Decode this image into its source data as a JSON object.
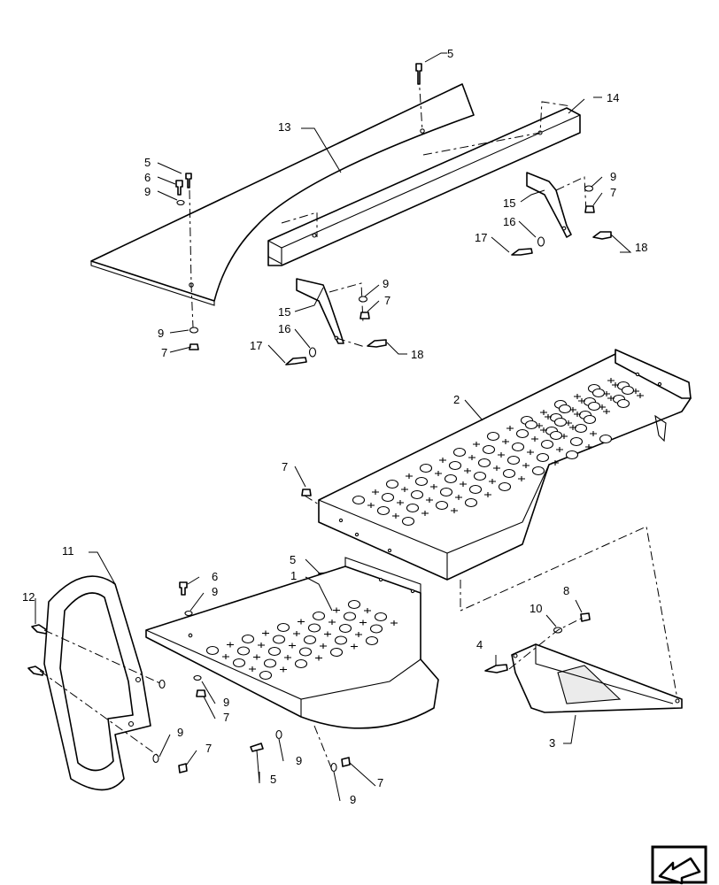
{
  "callouts": {
    "c1": "1",
    "c2": "2",
    "c3": "3",
    "c4": "4",
    "c5a": "5",
    "c5b": "5",
    "c5c": "5",
    "c5d": "5",
    "c6a": "6",
    "c6b": "6",
    "c7a": "7",
    "c7b": "7",
    "c7c": "7",
    "c7d": "7",
    "c7e": "7",
    "c7f": "7",
    "c7g": "7",
    "c8": "8",
    "c9a": "9",
    "c9b": "9",
    "c9c": "9",
    "c9d": "9",
    "c9e": "9",
    "c9f": "9",
    "c9g": "9",
    "c9h": "9",
    "c9i": "9",
    "c10": "10",
    "c11": "11",
    "c12": "12",
    "c13": "13",
    "c14": "14",
    "c15a": "15",
    "c15b": "15",
    "c16a": "16",
    "c16b": "16",
    "c17a": "17",
    "c17b": "17",
    "c18a": "18",
    "c18b": "18"
  },
  "icons": {
    "nav": "arrow-navigation-icon"
  }
}
